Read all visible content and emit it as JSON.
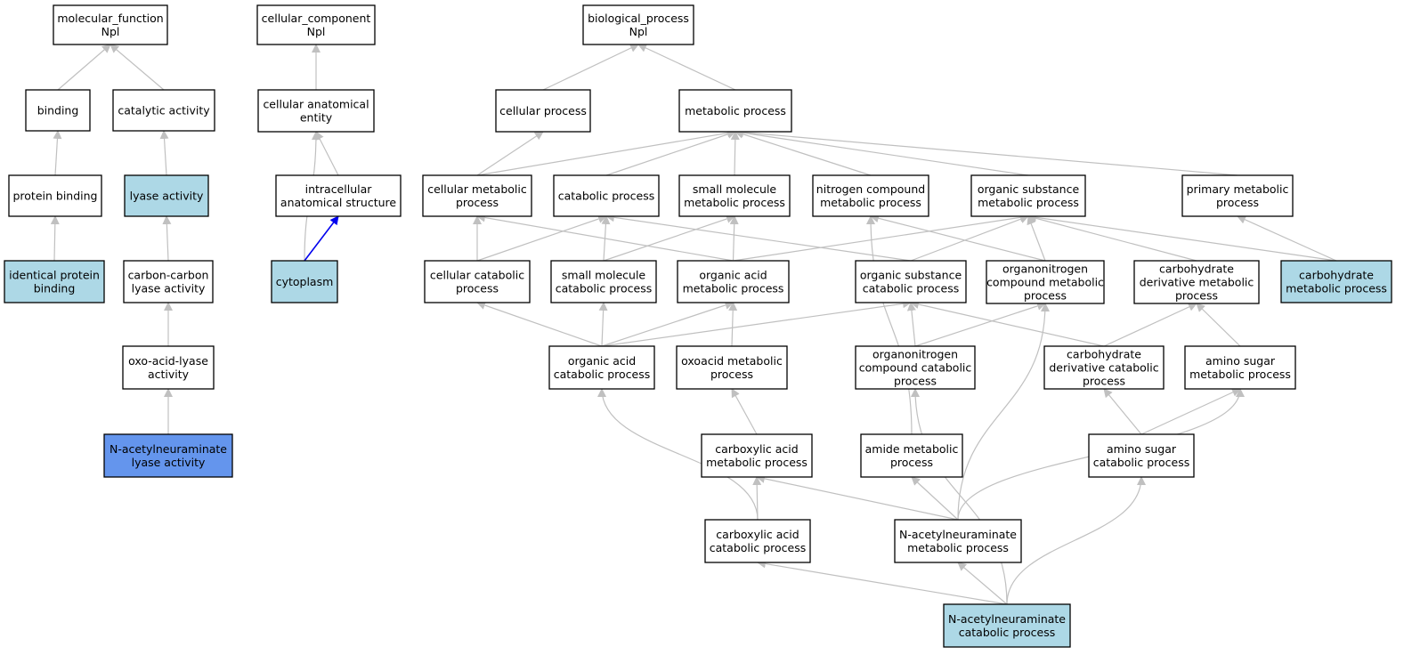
{
  "colors": {
    "default_fill": "#ffffff",
    "annotated_fill": "#add8e6",
    "query_fill": "#6495ed",
    "edge": "#c0c0c0",
    "highlight_edge": "#0000ee"
  },
  "nodes": [
    {
      "id": "mf",
      "lines": [
        "molecular_function",
        "Npl"
      ],
      "fill": "default"
    },
    {
      "id": "binding",
      "lines": [
        "binding"
      ],
      "fill": "default"
    },
    {
      "id": "catalytic",
      "lines": [
        "catalytic activity"
      ],
      "fill": "default"
    },
    {
      "id": "protbind",
      "lines": [
        "protein binding"
      ],
      "fill": "default"
    },
    {
      "id": "lyase",
      "lines": [
        "lyase activity"
      ],
      "fill": "annotated"
    },
    {
      "id": "identprot",
      "lines": [
        "identical protein",
        "binding"
      ],
      "fill": "annotated"
    },
    {
      "id": "cclyase",
      "lines": [
        "carbon-carbon",
        "lyase activity"
      ],
      "fill": "default"
    },
    {
      "id": "oxoacid_lyase",
      "lines": [
        "oxo-acid-lyase",
        "activity"
      ],
      "fill": "default"
    },
    {
      "id": "nanlyase",
      "lines": [
        "N-acetylneuraminate",
        "lyase activity"
      ],
      "fill": "query"
    },
    {
      "id": "cc",
      "lines": [
        "cellular_component",
        "Npl"
      ],
      "fill": "default"
    },
    {
      "id": "cae",
      "lines": [
        "cellular anatomical",
        "entity"
      ],
      "fill": "default"
    },
    {
      "id": "ias",
      "lines": [
        "intracellular",
        "anatomical structure"
      ],
      "fill": "default"
    },
    {
      "id": "cytoplasm",
      "lines": [
        "cytoplasm"
      ],
      "fill": "annotated"
    },
    {
      "id": "bp",
      "lines": [
        "biological_process",
        "Npl"
      ],
      "fill": "default"
    },
    {
      "id": "cellproc",
      "lines": [
        "cellular process"
      ],
      "fill": "default"
    },
    {
      "id": "metab",
      "lines": [
        "metabolic process"
      ],
      "fill": "default"
    },
    {
      "id": "cellmetab",
      "lines": [
        "cellular metabolic",
        "process"
      ],
      "fill": "default"
    },
    {
      "id": "catab",
      "lines": [
        "catabolic process"
      ],
      "fill": "default"
    },
    {
      "id": "smallmol",
      "lines": [
        "small molecule",
        "metabolic process"
      ],
      "fill": "default"
    },
    {
      "id": "nitro",
      "lines": [
        "nitrogen compound",
        "metabolic process"
      ],
      "fill": "default"
    },
    {
      "id": "orgsub",
      "lines": [
        "organic substance",
        "metabolic process"
      ],
      "fill": "default"
    },
    {
      "id": "primary",
      "lines": [
        "primary metabolic",
        "process"
      ],
      "fill": "default"
    },
    {
      "id": "cellcatab",
      "lines": [
        "cellular catabolic",
        "process"
      ],
      "fill": "default"
    },
    {
      "id": "smcatab",
      "lines": [
        "small molecule",
        "catabolic process"
      ],
      "fill": "default"
    },
    {
      "id": "orgacid",
      "lines": [
        "organic acid",
        "metabolic process"
      ],
      "fill": "default"
    },
    {
      "id": "orgsubcatab",
      "lines": [
        "organic substance",
        "catabolic process"
      ],
      "fill": "default"
    },
    {
      "id": "orgnitro",
      "lines": [
        "organonitrogen",
        "compound metabolic",
        "process"
      ],
      "fill": "default"
    },
    {
      "id": "carbderiv",
      "lines": [
        "carbohydrate",
        "derivative metabolic",
        "process"
      ],
      "fill": "default"
    },
    {
      "id": "carbmetab",
      "lines": [
        "carbohydrate",
        "metabolic process"
      ],
      "fill": "annotated"
    },
    {
      "id": "oacatab",
      "lines": [
        "organic acid",
        "catabolic process"
      ],
      "fill": "default"
    },
    {
      "id": "oxoacid",
      "lines": [
        "oxoacid metabolic",
        "process"
      ],
      "fill": "default"
    },
    {
      "id": "orgnitrocatab",
      "lines": [
        "organonitrogen",
        "compound catabolic",
        "process"
      ],
      "fill": "default"
    },
    {
      "id": "carbderivcatab",
      "lines": [
        "carbohydrate",
        "derivative catabolic",
        "process"
      ],
      "fill": "default"
    },
    {
      "id": "aminosugar",
      "lines": [
        "amino sugar",
        "metabolic process"
      ],
      "fill": "default"
    },
    {
      "id": "carbox",
      "lines": [
        "carboxylic acid",
        "metabolic process"
      ],
      "fill": "default"
    },
    {
      "id": "amide",
      "lines": [
        "amide metabolic",
        "process"
      ],
      "fill": "default"
    },
    {
      "id": "aminosugarcatab",
      "lines": [
        "amino sugar",
        "catabolic process"
      ],
      "fill": "default"
    },
    {
      "id": "carboxcatab",
      "lines": [
        "carboxylic acid",
        "catabolic process"
      ],
      "fill": "default"
    },
    {
      "id": "nanmetab",
      "lines": [
        "N-acetylneuraminate",
        "metabolic process"
      ],
      "fill": "default"
    },
    {
      "id": "nancatab",
      "lines": [
        "N-acetylneuraminate",
        "catabolic process"
      ],
      "fill": "annotated"
    }
  ],
  "edges": [
    {
      "from": "binding",
      "to": "mf"
    },
    {
      "from": "catalytic",
      "to": "mf"
    },
    {
      "from": "protbind",
      "to": "binding"
    },
    {
      "from": "lyase",
      "to": "catalytic"
    },
    {
      "from": "identprot",
      "to": "protbind"
    },
    {
      "from": "cclyase",
      "to": "lyase"
    },
    {
      "from": "oxoacid_lyase",
      "to": "cclyase"
    },
    {
      "from": "nanlyase",
      "to": "oxoacid_lyase"
    },
    {
      "from": "cae",
      "to": "cc"
    },
    {
      "from": "ias",
      "to": "cae"
    },
    {
      "from": "cytoplasm",
      "to": "cae"
    },
    {
      "from": "cytoplasm",
      "to": "ias",
      "highlight": true
    },
    {
      "from": "cellproc",
      "to": "bp"
    },
    {
      "from": "metab",
      "to": "bp"
    },
    {
      "from": "cellmetab",
      "to": "cellproc"
    },
    {
      "from": "cellmetab",
      "to": "metab"
    },
    {
      "from": "catab",
      "to": "metab"
    },
    {
      "from": "smallmol",
      "to": "metab"
    },
    {
      "from": "nitro",
      "to": "metab"
    },
    {
      "from": "orgsub",
      "to": "metab"
    },
    {
      "from": "primary",
      "to": "metab"
    },
    {
      "from": "cellcatab",
      "to": "cellmetab"
    },
    {
      "from": "cellcatab",
      "to": "catab"
    },
    {
      "from": "smcatab",
      "to": "catab"
    },
    {
      "from": "smcatab",
      "to": "smallmol"
    },
    {
      "from": "orgacid",
      "to": "smallmol"
    },
    {
      "from": "orgacid",
      "to": "cellmetab"
    },
    {
      "from": "orgacid",
      "to": "orgsub"
    },
    {
      "from": "orgsubcatab",
      "to": "catab"
    },
    {
      "from": "orgsubcatab",
      "to": "orgsub"
    },
    {
      "from": "orgnitro",
      "to": "orgsub"
    },
    {
      "from": "orgnitro",
      "to": "nitro"
    },
    {
      "from": "carbderiv",
      "to": "orgsub"
    },
    {
      "from": "carbmetab",
      "to": "orgsub"
    },
    {
      "from": "carbmetab",
      "to": "primary"
    },
    {
      "from": "oacatab",
      "to": "cellcatab"
    },
    {
      "from": "oacatab",
      "to": "smcatab"
    },
    {
      "from": "oacatab",
      "to": "orgacid"
    },
    {
      "from": "oacatab",
      "to": "orgsubcatab"
    },
    {
      "from": "oxoacid",
      "to": "orgacid"
    },
    {
      "from": "orgnitrocatab",
      "to": "orgsubcatab"
    },
    {
      "from": "orgnitrocatab",
      "to": "orgnitro"
    },
    {
      "from": "carbderivcatab",
      "to": "orgsubcatab"
    },
    {
      "from": "carbderivcatab",
      "to": "carbderiv"
    },
    {
      "from": "aminosugar",
      "to": "carbderiv"
    },
    {
      "from": "carbox",
      "to": "oxoacid"
    },
    {
      "from": "amide",
      "to": "nitro"
    },
    {
      "from": "aminosugarcatab",
      "to": "carbderivcatab"
    },
    {
      "from": "aminosugarcatab",
      "to": "aminosugar"
    },
    {
      "from": "carboxcatab",
      "to": "carbox"
    },
    {
      "from": "carboxcatab",
      "to": "oacatab"
    },
    {
      "from": "nanmetab",
      "to": "carbox"
    },
    {
      "from": "nanmetab",
      "to": "amide"
    },
    {
      "from": "nanmetab",
      "to": "orgnitro"
    },
    {
      "from": "nanmetab",
      "to": "aminosugar"
    },
    {
      "from": "nancatab",
      "to": "nanmetab"
    },
    {
      "from": "nancatab",
      "to": "carboxcatab"
    },
    {
      "from": "nancatab",
      "to": "orgnitrocatab"
    },
    {
      "from": "nancatab",
      "to": "aminosugarcatab"
    }
  ]
}
